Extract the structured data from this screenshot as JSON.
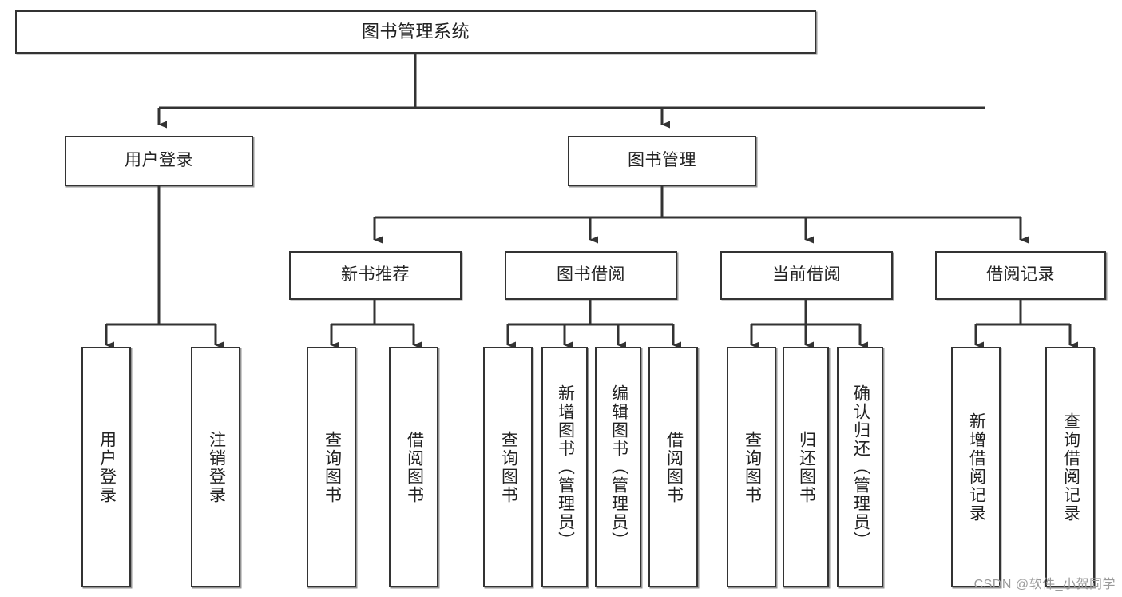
{
  "diagram": {
    "type": "tree-hierarchy",
    "title": "图书管理系统",
    "watermark": "CSDN @软件_小贺同学",
    "colors": {
      "stroke": "#333333",
      "fill": "#ffffff",
      "text": "#222222",
      "watermark": "#9a9a9a"
    },
    "levels": [
      {
        "level": 1,
        "nodes": [
          {
            "id": "root",
            "label": "图书管理系统",
            "orientation": "horizontal"
          }
        ]
      },
      {
        "level": 2,
        "nodes": [
          {
            "id": "user-login",
            "label": "用户登录",
            "orientation": "horizontal",
            "parent": "root"
          },
          {
            "id": "book-manage",
            "label": "图书管理",
            "orientation": "horizontal",
            "parent": "root"
          }
        ]
      },
      {
        "level": 3,
        "nodes": [
          {
            "id": "new-book-rec",
            "label": "新书推荐",
            "orientation": "horizontal",
            "parent": "book-manage"
          },
          {
            "id": "book-borrow",
            "label": "图书借阅",
            "orientation": "horizontal",
            "parent": "book-manage"
          },
          {
            "id": "current-borrow",
            "label": "当前借阅",
            "orientation": "horizontal",
            "parent": "book-manage"
          },
          {
            "id": "borrow-record",
            "label": "借阅记录",
            "orientation": "horizontal",
            "parent": "book-manage"
          }
        ]
      },
      {
        "level": 4,
        "nodes": [
          {
            "id": "leaf-user-login",
            "label": "用户登录",
            "orientation": "vertical",
            "parent": "user-login"
          },
          {
            "id": "leaf-logout",
            "label": "注销登录",
            "orientation": "vertical",
            "parent": "user-login"
          },
          {
            "id": "leaf-rec-query",
            "label": "查询图书",
            "orientation": "vertical",
            "parent": "new-book-rec"
          },
          {
            "id": "leaf-rec-borrow",
            "label": "借阅图书",
            "orientation": "vertical",
            "parent": "new-book-rec"
          },
          {
            "id": "leaf-borrow-query",
            "label": "查询图书",
            "orientation": "vertical",
            "parent": "book-borrow"
          },
          {
            "id": "leaf-borrow-add",
            "label": "新增图书（管理员）",
            "orientation": "vertical",
            "parent": "book-borrow"
          },
          {
            "id": "leaf-borrow-edit",
            "label": "编辑图书（管理员）",
            "orientation": "vertical",
            "parent": "book-borrow"
          },
          {
            "id": "leaf-borrow-do",
            "label": "借阅图书",
            "orientation": "vertical",
            "parent": "book-borrow"
          },
          {
            "id": "leaf-cur-query",
            "label": "查询图书",
            "orientation": "vertical",
            "parent": "current-borrow"
          },
          {
            "id": "leaf-cur-return",
            "label": "归还图书",
            "orientation": "vertical",
            "parent": "current-borrow"
          },
          {
            "id": "leaf-cur-confirm",
            "label": "确认归还（管理员）",
            "orientation": "vertical",
            "parent": "current-borrow"
          },
          {
            "id": "leaf-rec-add",
            "label": "新增借阅记录",
            "orientation": "vertical",
            "parent": "borrow-record"
          },
          {
            "id": "leaf-rec-search",
            "label": "查询借阅记录",
            "orientation": "vertical",
            "parent": "borrow-record"
          }
        ]
      }
    ]
  }
}
